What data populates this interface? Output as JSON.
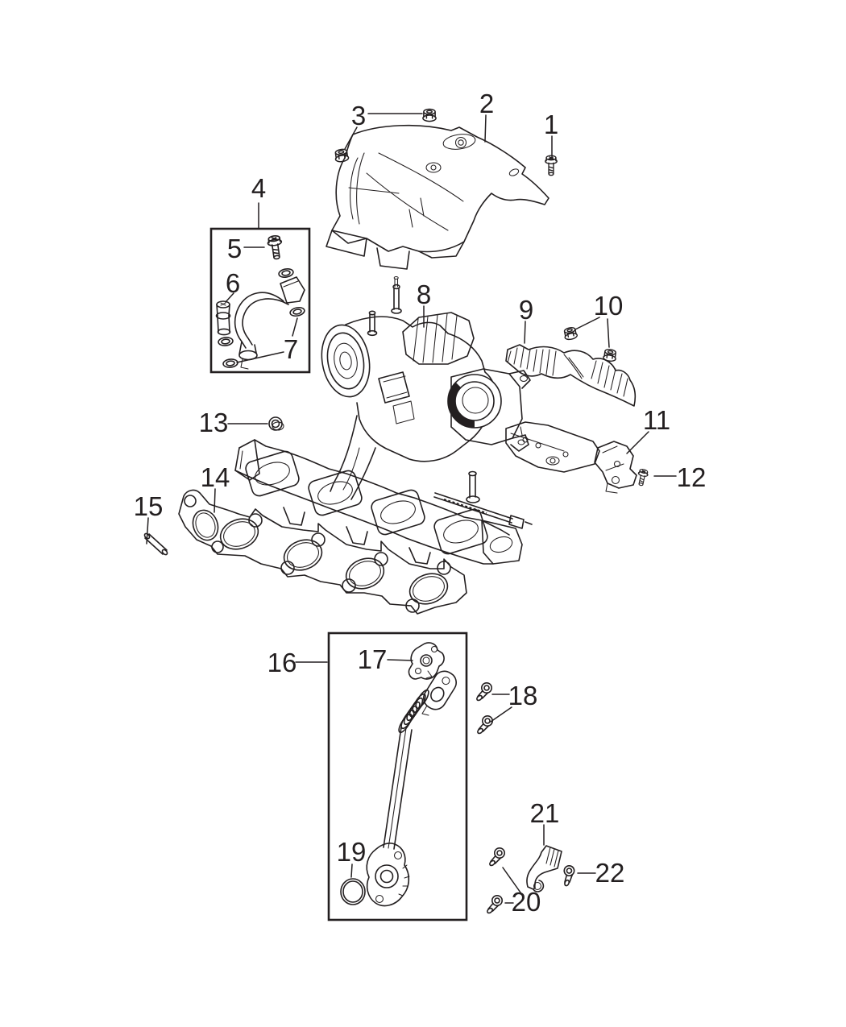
{
  "diagram": {
    "kind": "exploded-parts-diagram",
    "background_color": "#ffffff",
    "line_color": "#231f20"
  },
  "callouts": {
    "c1": "1",
    "c2": "2",
    "c3": "3",
    "c4": "4",
    "c5": "5",
    "c6": "6",
    "c7": "7",
    "c8": "8",
    "c9": "9",
    "c10": "10",
    "c11": "11",
    "c12": "12",
    "c13": "13",
    "c14": "14",
    "c15": "15",
    "c16": "16",
    "c17": "17",
    "c18": "18",
    "c19": "19",
    "c20": "20",
    "c21": "21",
    "c22": "22"
  }
}
